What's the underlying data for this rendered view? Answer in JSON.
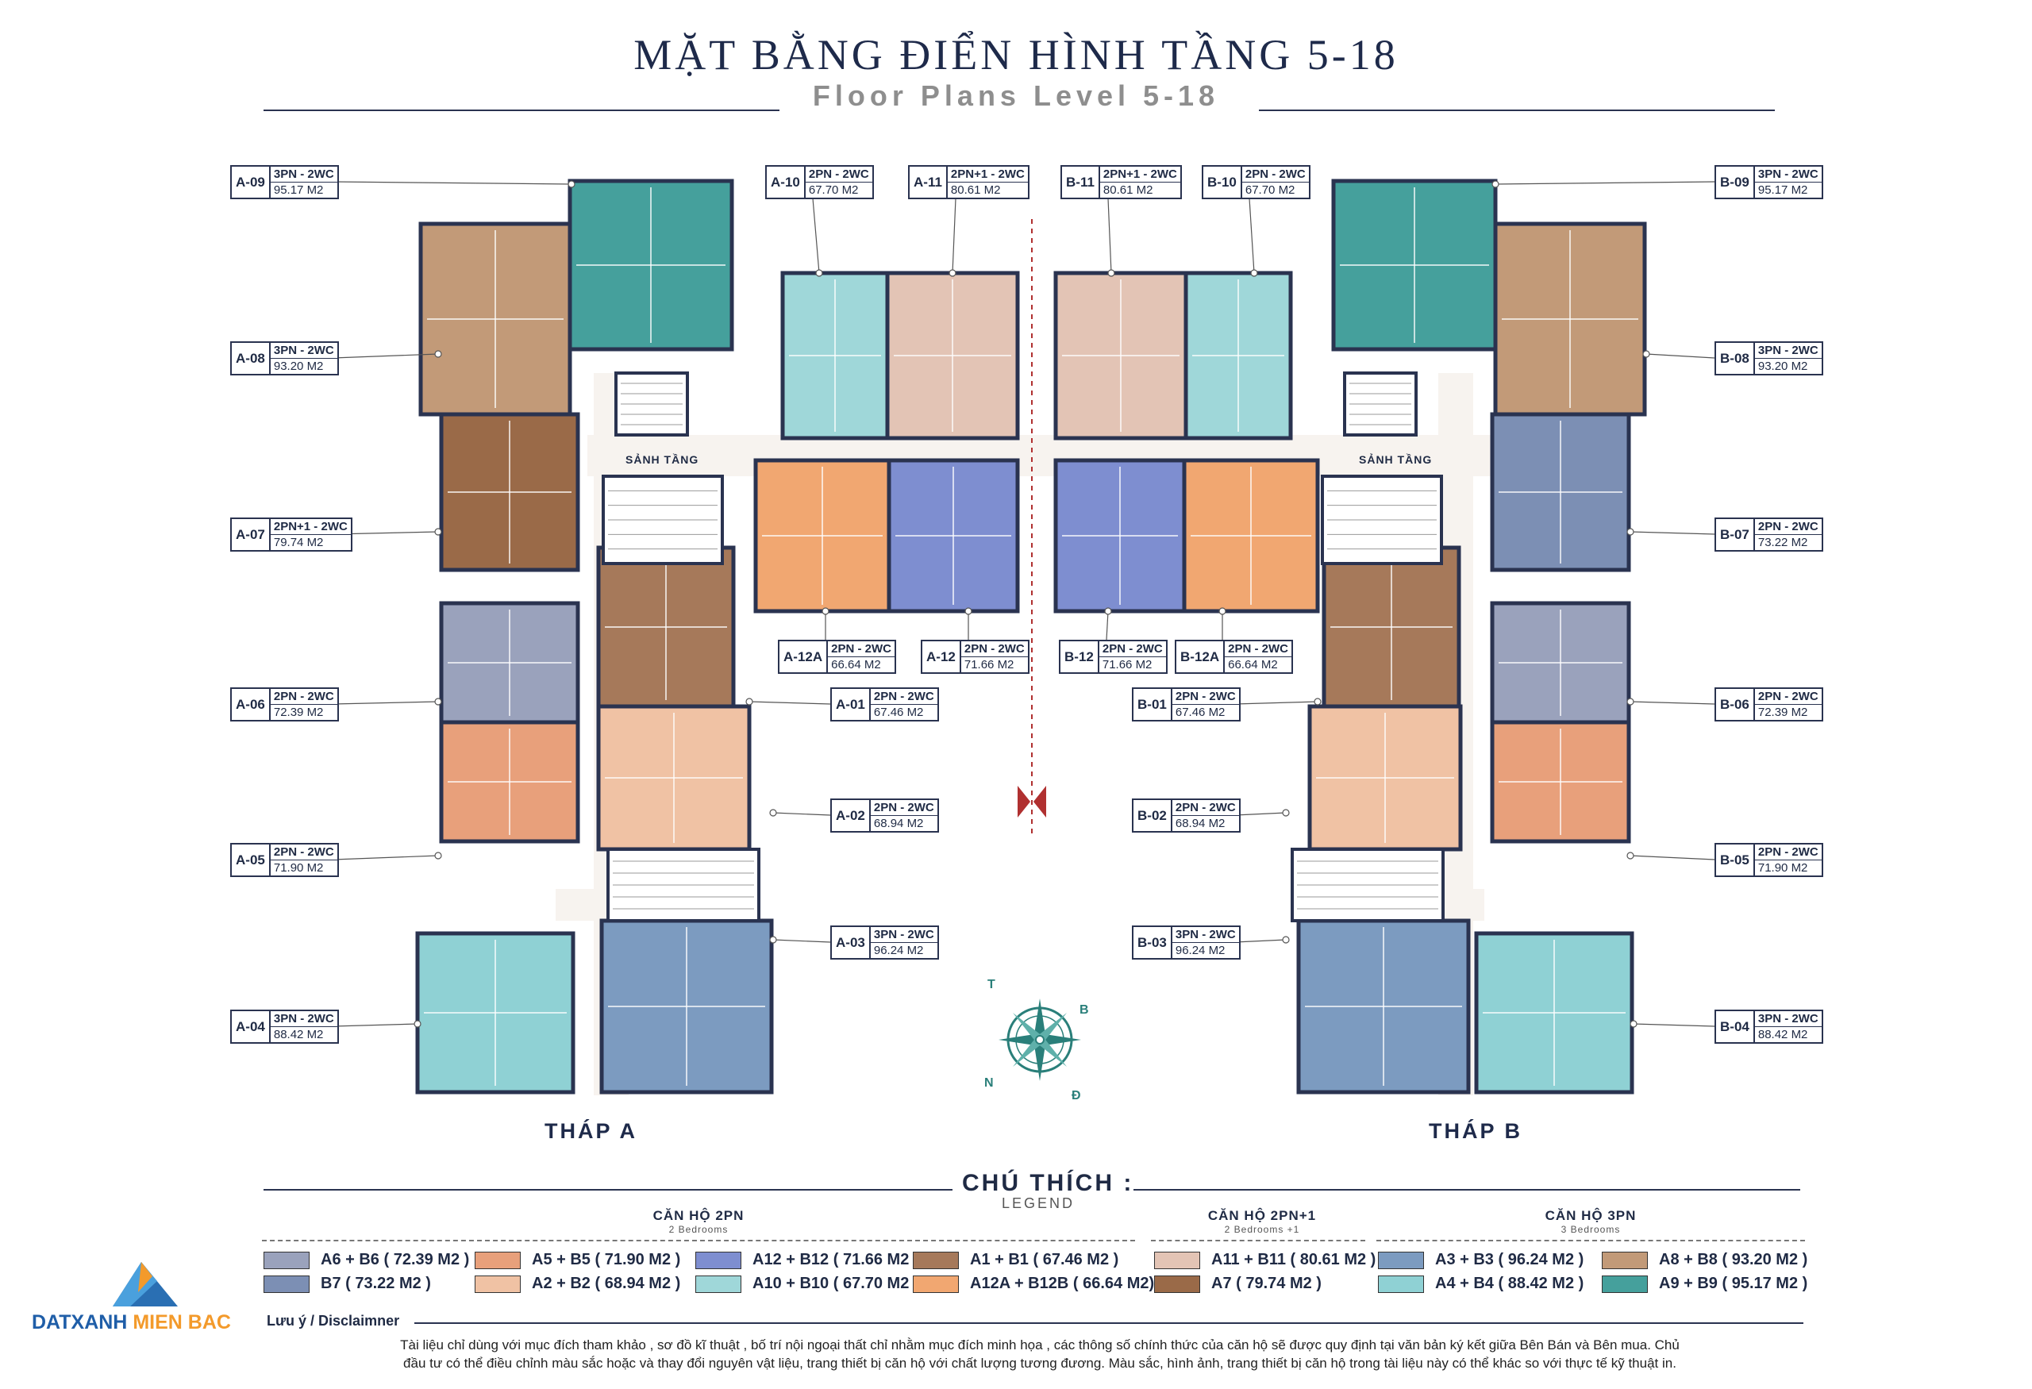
{
  "header": {
    "title": "MẶT BẰNG ĐIỂN HÌNH TẦNG 5-18",
    "subtitle": "Floor Plans Level 5-18"
  },
  "colors": {
    "c_a6b6": "#9aa2bc",
    "c_b7": "#7c8fb4",
    "c_a5b5": "#e8a07b",
    "c_a2b2": "#f0c2a4",
    "c_a12b12": "#7e8ed0",
    "c_a10b10": "#9fd7d9",
    "c_a1b1": "#a6795a",
    "c_a12ab12b": "#f1a771",
    "c_a11b11": "#e3c4b5",
    "c_a7": "#9a6a48",
    "c_a3b3": "#7c9bc0",
    "c_a4b4": "#8fd1d4",
    "c_a8b8": "#c29a78",
    "c_a9b9": "#45a09c"
  },
  "lobby_labels": [
    "SẢNH TẦNG",
    "SẢNH TẦNG"
  ],
  "towers": {
    "a": "THÁP A",
    "b": "THÁP B"
  },
  "compass": {
    "t": "T",
    "b": "B",
    "n": "N",
    "d": "Đ"
  },
  "units": [
    {
      "code": "A-09",
      "type": "3PN - 2WC",
      "area": "95.17 M2"
    },
    {
      "code": "A-08",
      "type": "3PN - 2WC",
      "area": "93.20 M2"
    },
    {
      "code": "A-07",
      "type": "2PN+1 - 2WC",
      "area": "79.74 M2"
    },
    {
      "code": "A-06",
      "type": "2PN - 2WC",
      "area": "72.39 M2"
    },
    {
      "code": "A-05",
      "type": "2PN - 2WC",
      "area": "71.90 M2"
    },
    {
      "code": "A-04",
      "type": "3PN - 2WC",
      "area": "88.42 M2"
    },
    {
      "code": "A-10",
      "type": "2PN - 2WC",
      "area": "67.70 M2"
    },
    {
      "code": "A-11",
      "type": "2PN+1 - 2WC",
      "area": "80.61 M2"
    },
    {
      "code": "B-11",
      "type": "2PN+1 - 2WC",
      "area": "80.61 M2"
    },
    {
      "code": "B-10",
      "type": "2PN - 2WC",
      "area": "67.70 M2"
    },
    {
      "code": "A-12A",
      "type": "2PN - 2WC",
      "area": "66.64 M2"
    },
    {
      "code": "A-12",
      "type": "2PN - 2WC",
      "area": "71.66 M2"
    },
    {
      "code": "B-12",
      "type": "2PN - 2WC",
      "area": "71.66 M2"
    },
    {
      "code": "B-12A",
      "type": "2PN - 2WC",
      "area": "66.64 M2"
    },
    {
      "code": "A-01",
      "type": "2PN - 2WC",
      "area": "67.46 M2"
    },
    {
      "code": "A-02",
      "type": "2PN - 2WC",
      "area": "68.94 M2"
    },
    {
      "code": "A-03",
      "type": "3PN - 2WC",
      "area": "96.24 M2"
    },
    {
      "code": "B-01",
      "type": "2PN - 2WC",
      "area": "67.46 M2"
    },
    {
      "code": "B-02",
      "type": "2PN - 2WC",
      "area": "68.94 M2"
    },
    {
      "code": "B-03",
      "type": "3PN - 2WC",
      "area": "96.24 M2"
    },
    {
      "code": "B-09",
      "type": "3PN - 2WC",
      "area": "95.17 M2"
    },
    {
      "code": "B-08",
      "type": "3PN - 2WC",
      "area": "93.20 M2"
    },
    {
      "code": "B-07",
      "type": "2PN - 2WC",
      "area": "73.22 M2"
    },
    {
      "code": "B-06",
      "type": "2PN - 2WC",
      "area": "72.39 M2"
    },
    {
      "code": "B-05",
      "type": "2PN - 2WC",
      "area": "71.90 M2"
    },
    {
      "code": "B-04",
      "type": "3PN - 2WC",
      "area": "88.42 M2"
    }
  ],
  "legend": {
    "title": "CHÚ THÍCH :",
    "subtitle": "LEGEND",
    "groups": [
      {
        "title": "CĂN HỘ 2PN",
        "sub": "2 Bedrooms"
      },
      {
        "title": "CĂN HỘ 2PN+1",
        "sub": "2 Bedrooms +1"
      },
      {
        "title": "CĂN HỘ 3PN",
        "sub": "3 Bedrooms"
      }
    ],
    "items": [
      {
        "label": "A6 + B6 ( 72.39 M2 )",
        "color": "#9aa2bc"
      },
      {
        "label": "B7  ( 73.22 M2 )",
        "color": "#7c8fb4"
      },
      {
        "label": "A5 + B5 ( 71.90 M2 )",
        "color": "#e8a07b"
      },
      {
        "label": "A2 + B2 ( 68.94 M2 )",
        "color": "#f0c2a4"
      },
      {
        "label": "A12 + B12 ( 71.66 M2 )",
        "color": "#7e8ed0"
      },
      {
        "label": "A10 + B10 ( 67.70 M2 )",
        "color": "#9fd7d9"
      },
      {
        "label": "A1 + B1 ( 67.46 M2 )",
        "color": "#a6795a"
      },
      {
        "label": "A12A + B12B ( 66.64 M2)",
        "color": "#f1a771"
      },
      {
        "label": "A11 + B11 ( 80.61 M2 )",
        "color": "#e3c4b5"
      },
      {
        "label": "A7 ( 79.74 M2 )",
        "color": "#9a6a48"
      },
      {
        "label": "A3 + B3 ( 96.24 M2 )",
        "color": "#7c9bc0"
      },
      {
        "label": "A4 + B4 ( 88.42 M2 )",
        "color": "#8fd1d4"
      },
      {
        "label": "A8 + B8 ( 93.20 M2 )",
        "color": "#c29a78"
      },
      {
        "label": "A9 + B9 ( 95.17 M2 )",
        "color": "#45a09c"
      }
    ]
  },
  "footer": {
    "logo_a": "DATXANH",
    "logo_b": "MIEN BAC",
    "disclaimer_title": "Lưu ý / Disclaimner",
    "disclaimer_1": "Tài liệu chỉ dùng với mục đích tham khảo , sơ đồ kĩ thuật , bố trí nội ngoại thất chỉ nhằm mục đích minh họa , các thông số chính thức của căn hộ sẽ được quy định tại văn bản ký kết giữa Bên Bán và Bên mua. Chủ",
    "disclaimer_2": "đầu tư có thể điều chỉnh màu sắc hoặc và thay đổi nguyên vật liệu, trang thiết bị căn hộ với chất lượng tương đương. Màu sắc, hình ảnh, trang thiết bị căn hộ trong tài liệu này có thể khác so với thực tế kỹ thuật in."
  }
}
